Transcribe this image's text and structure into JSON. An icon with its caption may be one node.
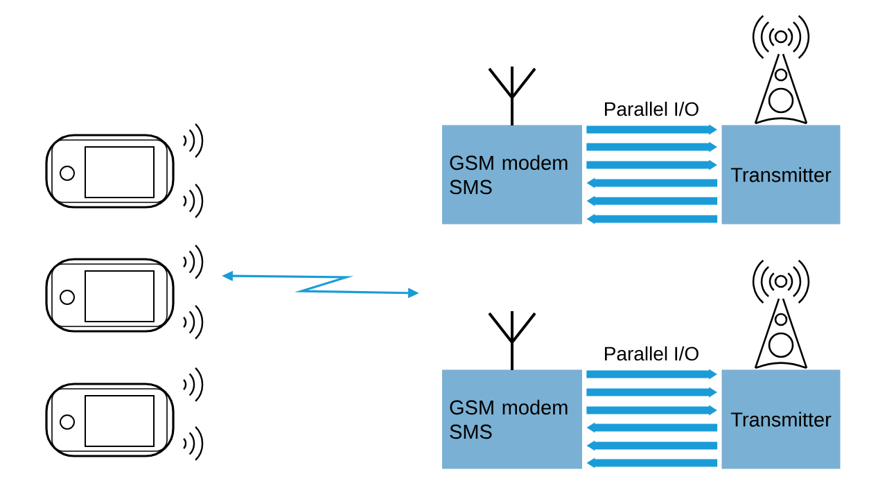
{
  "diagram": {
    "nodes": [
      {
        "text": [],
        "shape": "picture"
      },
      {
        "text": [],
        "shape": "picture"
      },
      {
        "text": [],
        "shape": "picture"
      },
      {
        "text": [
          "GSM modem",
          "SMS"
        ]
      },
      {
        "text": [
          "Transmitter"
        ]
      },
      {
        "text": [
          "GSM modem",
          "SMS"
        ]
      },
      {
        "text": [
          "Transmitter"
        ]
      }
    ],
    "edges": [
      {
        "from": 3,
        "to": 4,
        "arrow": "to"
      },
      {
        "from": 3,
        "to": 4,
        "arrow": "to"
      },
      {
        "from": 3,
        "to": 4,
        "arrow": "to"
      },
      {
        "from": 4,
        "to": 3,
        "arrow": "to"
      },
      {
        "from": 4,
        "to": 3,
        "arrow": "to"
      },
      {
        "from": 4,
        "to": 3,
        "arrow": "to"
      },
      {
        "from": 5,
        "to": 6,
        "arrow": "to"
      },
      {
        "from": 5,
        "to": 6,
        "arrow": "to"
      },
      {
        "from": 5,
        "to": 6,
        "arrow": "to"
      },
      {
        "from": 6,
        "to": 5,
        "arrow": "to"
      },
      {
        "from": 6,
        "to": 5,
        "arrow": "to"
      },
      {
        "from": 6,
        "to": 5,
        "arrow": "to"
      },
      {
        "from": 1,
        "to": null,
        "arrow": "both"
      }
    ],
    "labels": [
      "Parallel I/O",
      "Parallel I/O"
    ]
  }
}
